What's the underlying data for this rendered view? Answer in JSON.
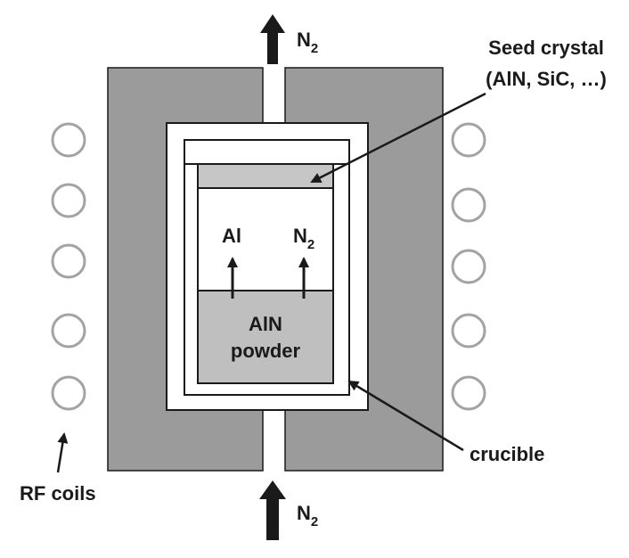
{
  "labels": {
    "n2_out": "N",
    "n2_out_sub": "2",
    "seed_crystal_line1": "Seed crystal",
    "seed_crystal_line2": "(AlN, SiC, …)",
    "al": "Al",
    "n2_inner": "N",
    "n2_inner_sub": "2",
    "aln_line1": "AlN",
    "aln_line2": "powder",
    "crucible": "crucible",
    "rf_coils": "RF coils",
    "n2_in": "N",
    "n2_in_sub": "2"
  },
  "colors": {
    "insulation": "#9b9b9b",
    "seed": "#c6c6c6",
    "powder": "#bfbfbf",
    "coil": "#a3a3a3",
    "outline": "#1a1a1a"
  }
}
